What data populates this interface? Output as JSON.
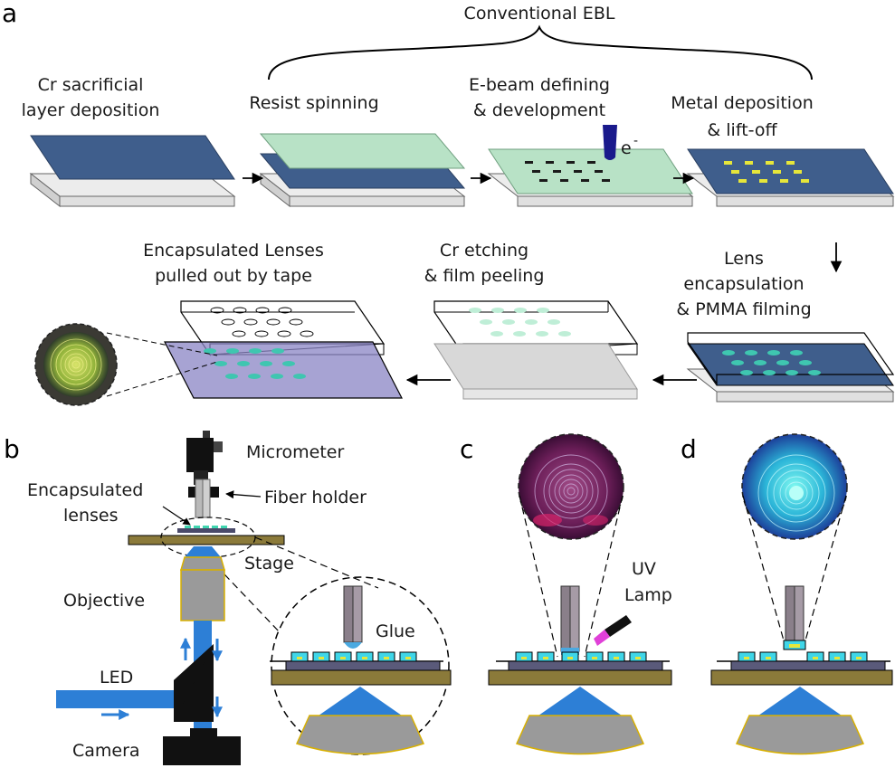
{
  "panels": {
    "a": "a",
    "b": "b",
    "c": "c",
    "d": "d"
  },
  "header": {
    "conventional_ebl": "Conventional EBL"
  },
  "steps": {
    "cr_line1": "Cr sacrificial",
    "cr_line2": "layer deposition",
    "resist": "Resist spinning",
    "ebeam_line1": "E-beam defining",
    "ebeam_line2": "& development",
    "ebeam_symbol": "e",
    "ebeam_sup": "-",
    "metal_line1": "Metal deposition",
    "metal_line2": "& lift-off",
    "lens_line1": "Lens",
    "lens_line2": "encapsulation",
    "lens_line3": "& PMMA filming",
    "etch_line1": "Cr etching",
    "etch_line2": "& film peeling",
    "tape_line1": "Encapsulated Lenses",
    "tape_line2": "pulled out by tape"
  },
  "setup": {
    "micrometer": "Micrometer",
    "fiber_holder": "Fiber holder",
    "encaps_line1": "Encapsulated",
    "encaps_line2": "lenses",
    "stage": "Stage",
    "objective": "Objective",
    "led": "LED",
    "camera": "Camera",
    "glue": "Glue",
    "uv_line1": "UV",
    "uv_line2": "Lamp"
  },
  "colors": {
    "cr_layer": "#3f5e8c",
    "resist": "#b8e2c6",
    "lens_dot": "#7fe0b8",
    "metal": "#e6e63a",
    "light": "#2d7fd6",
    "stage": "#8b7a3a",
    "objective": "#9a9a9a",
    "ebeam": "#1a1a8c"
  }
}
